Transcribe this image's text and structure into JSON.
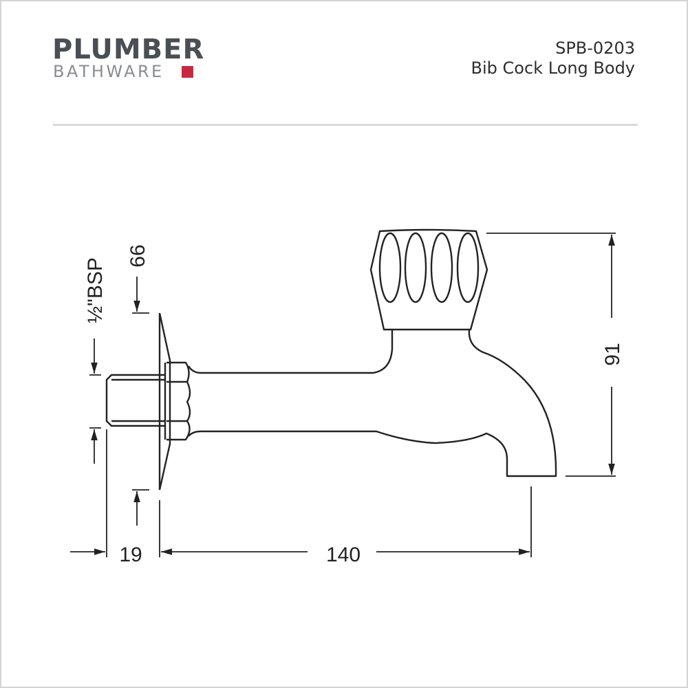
{
  "brand": {
    "name_top": "PLUMBER",
    "name_bottom": "BATHWARE",
    "accent_color": "#c8283f"
  },
  "product": {
    "code": "SPB-0203",
    "name": "Bib Cock Long Body"
  },
  "dimensions": {
    "thread": "½\"BSP",
    "flange_height": "66",
    "overall_height": "91",
    "thread_length": "19",
    "projection": "140"
  }
}
